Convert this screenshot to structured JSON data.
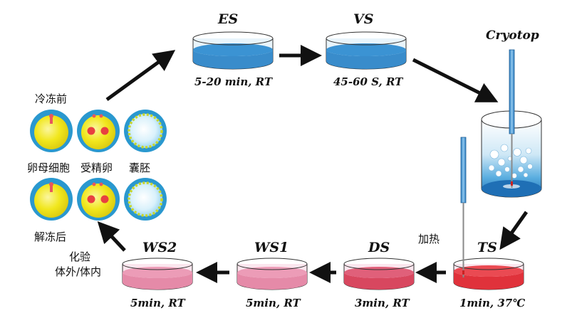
{
  "colors": {
    "blue_dish": "#2f86c8",
    "pink_dish": "#e58aa8",
    "red_dish": "#d8475f",
    "ts_dish": "#e0323b",
    "embryo_yellow": "#f2ea1c",
    "embryo_ring": "#2a98cf",
    "arrow": "#111111"
  },
  "dishes": {
    "es": {
      "title": "ES",
      "condition": "5-20 min, RT"
    },
    "vs": {
      "title": "VS",
      "condition": "45-60 S, RT"
    },
    "ts": {
      "title": "TS",
      "condition": "1min, 37℃"
    },
    "ds": {
      "title": "DS",
      "condition": "3min, RT"
    },
    "ws1": {
      "title": "WS1",
      "condition": "5min, RT"
    },
    "ws2": {
      "title": "WS2",
      "condition": "5min, RT"
    }
  },
  "cryotop": {
    "label": "Cryotop"
  },
  "heat": {
    "label": "加热"
  },
  "left_panel": {
    "before_label": "冷冻前",
    "after_label": "解冻后",
    "type_labels": [
      "卵母细胞",
      "受精卵",
      "囊胚"
    ],
    "followup_line1": "化验",
    "followup_line2": "体外/体内"
  },
  "icons": [
    "petri-dish",
    "cryotop-straw",
    "liquid-nitrogen-tank",
    "heating-straw",
    "oocyte",
    "zygote",
    "blastocyst",
    "arrow"
  ]
}
